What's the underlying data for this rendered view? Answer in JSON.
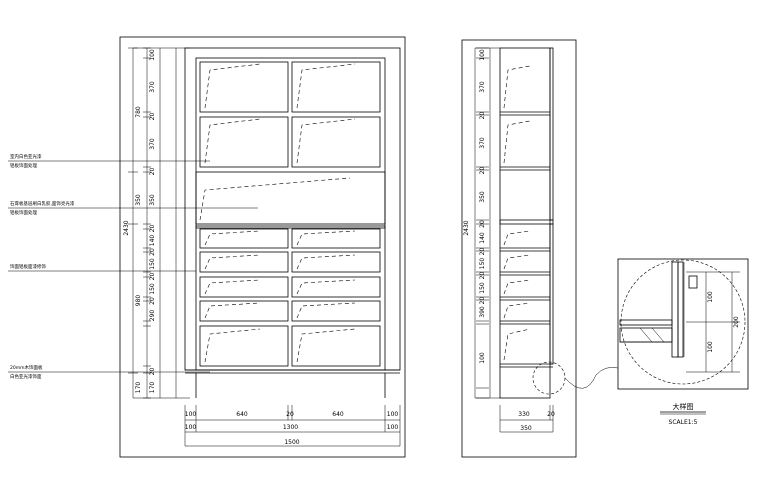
{
  "front_elevation": {
    "left_heights": [
      "100",
      "370",
      "20",
      "370",
      "20",
      "350",
      "20",
      "140",
      "20",
      "150",
      "20",
      "150",
      "20",
      "290",
      "20",
      "170"
    ],
    "mid_heights": [
      "780",
      "350",
      "980",
      "170"
    ],
    "overall_height": "2430",
    "bottom_row1": [
      "100",
      "640",
      "20",
      "640",
      "100"
    ],
    "bottom_row2": [
      "100",
      "1300",
      "100"
    ],
    "bottom_total": "1500"
  },
  "annotations": [
    "室内白色亚光漆",
    "铝板饰面处理",
    "石膏板基层刷白乳胶,面饰亮光漆",
    "铝板饰面处理",
    "饰面铝板面漆修饰",
    "20mm木饰面板",
    "白色亚光漆饰面"
  ],
  "side_elevation": {
    "left_heights": [
      "100",
      "370",
      "20",
      "370",
      "20",
      "350",
      "20",
      "140",
      "20",
      "150",
      "20",
      "150",
      "20",
      "390",
      "100"
    ],
    "overall_height": "2430",
    "bottom_row1": [
      "330",
      "20"
    ],
    "bottom_total": "350"
  },
  "detail": {
    "dims": [
      "100",
      "100",
      "200"
    ],
    "title": "大样图",
    "scale": "SCALE1:5"
  }
}
